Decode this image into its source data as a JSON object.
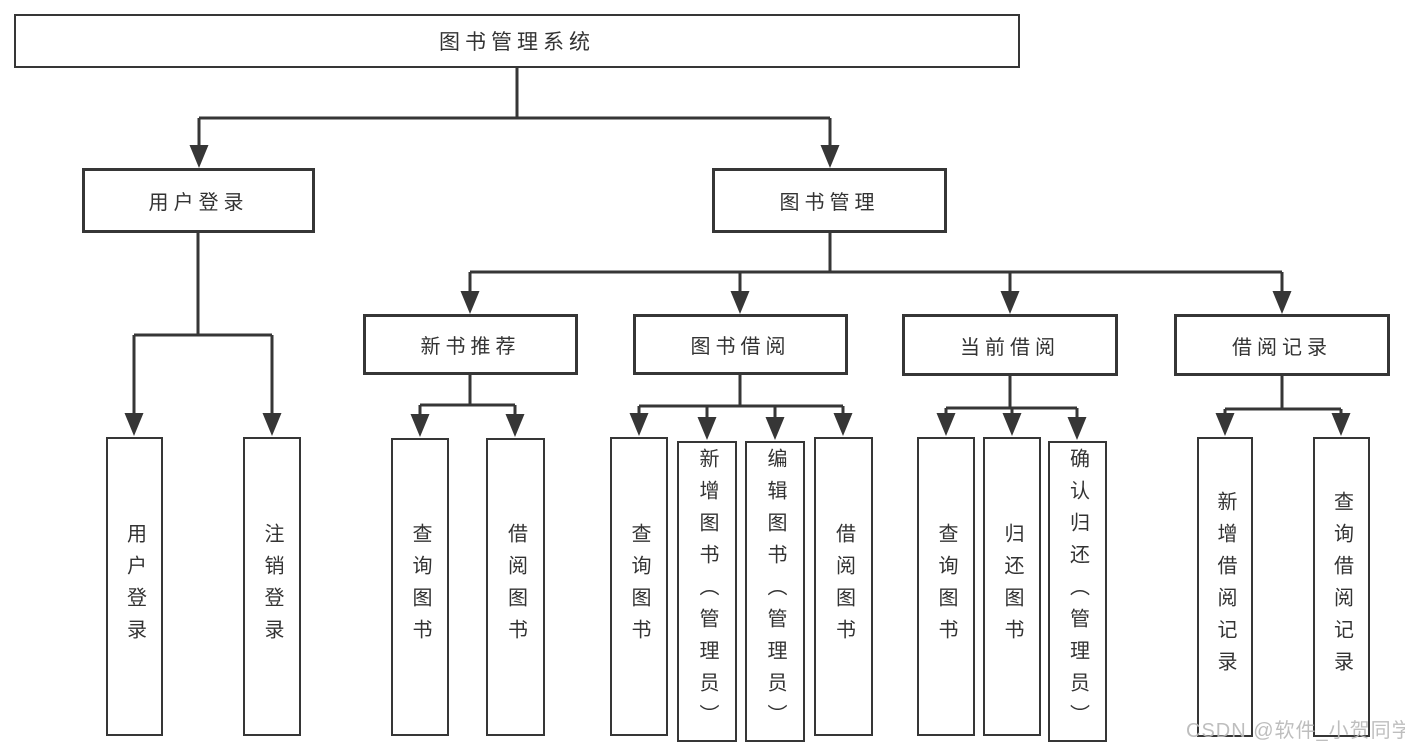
{
  "title": {
    "label": "图书管理系统"
  },
  "branches": {
    "login": {
      "label": "用户登录",
      "children": [
        {
          "label": "用户登录"
        },
        {
          "label": "注销登录"
        }
      ]
    },
    "management": {
      "label": "图书管理",
      "groups": [
        {
          "label": "新书推荐",
          "children": [
            {
              "label": "查询图书"
            },
            {
              "label": "借阅图书"
            }
          ]
        },
        {
          "label": "图书借阅",
          "children": [
            {
              "label": "查询图书"
            },
            {
              "label": "新增图书（管理员）"
            },
            {
              "label": "编辑图书（管理员）"
            },
            {
              "label": "借阅图书"
            }
          ]
        },
        {
          "label": "当前借阅",
          "children": [
            {
              "label": "查询图书"
            },
            {
              "label": "归还图书"
            },
            {
              "label": "确认归还（管理员）"
            }
          ]
        },
        {
          "label": "借阅记录",
          "children": [
            {
              "label": "新增借阅记录"
            },
            {
              "label": "查询借阅记录"
            }
          ]
        }
      ]
    }
  },
  "watermark": "CSDN @软件_小贺同学",
  "colors": {
    "line": "#363636",
    "text": "#333333",
    "watermark": "#b9b9b9",
    "background": "#ffffff"
  }
}
